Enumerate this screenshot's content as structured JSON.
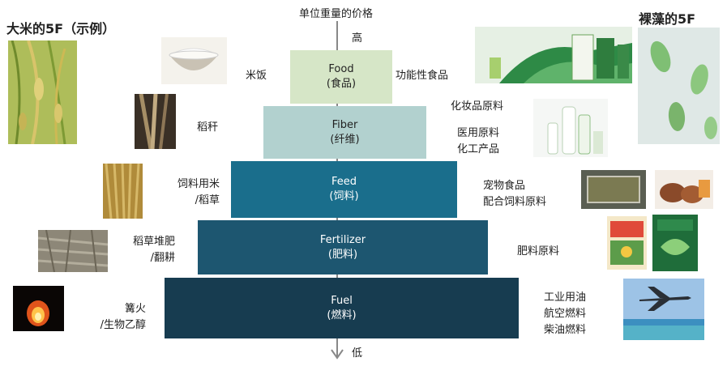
{
  "rice": {
    "title": "大米的5F（示例）"
  },
  "euglena": {
    "title": "裸藻的5F"
  },
  "axis": {
    "top_caption": "单位重量的价格",
    "high": "高",
    "low": "低"
  },
  "pyramid": [
    {
      "en": "Food",
      "zh": "(食品)",
      "color": "#d6e6c7",
      "text_color": "#222222"
    },
    {
      "en": "Fiber",
      "zh": "(纤维)",
      "color": "#b2d1cf",
      "text_color": "#222222"
    },
    {
      "en": "Feed",
      "zh": "(饲料)",
      "color": "#1a6e8c",
      "text_color": "#ffffff"
    },
    {
      "en": "Fertilizer",
      "zh": "(肥料)",
      "color": "#1d5670",
      "text_color": "#ffffff"
    },
    {
      "en": "Fuel",
      "zh": "(燃料)",
      "color": "#173c50",
      "text_color": "#ffffff"
    }
  ],
  "left_labels": [
    {
      "lines": [
        "米饭"
      ]
    },
    {
      "lines": [
        "稻秆"
      ]
    },
    {
      "lines": [
        "饲料用米",
        "/稻草"
      ]
    },
    {
      "lines": [
        "稻草堆肥",
        "/翻耕"
      ]
    },
    {
      "lines": [
        "篝火",
        "/生物乙醇"
      ]
    }
  ],
  "right_labels": [
    {
      "lines": [
        "功能性食品"
      ]
    },
    {
      "lines": [
        "化妆品原料"
      ]
    },
    {
      "lines": [
        "医用原料",
        "化工产品"
      ]
    },
    {
      "lines": [
        "宠物食品",
        "配合饲料原料"
      ]
    },
    {
      "lines": [
        "肥料原料"
      ]
    },
    {
      "lines": [
        "工业用油",
        "航空燃料",
        "柴油燃料"
      ]
    }
  ]
}
